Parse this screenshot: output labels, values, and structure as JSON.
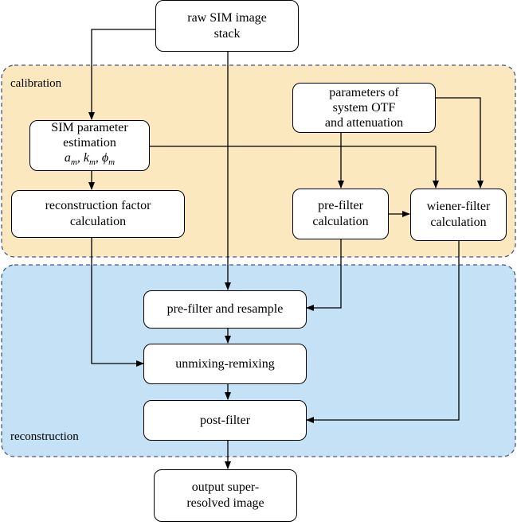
{
  "regions": {
    "calibration": {
      "label": "calibration",
      "fill": "#fce8bf",
      "border": "#3d5a8a"
    },
    "reconstruction": {
      "label": "reconstruction",
      "fill": "#c5e1f5",
      "border": "#3d5a8a"
    }
  },
  "nodes": {
    "raw_stack": {
      "line1": "raw SIM image",
      "line2": "stack"
    },
    "otf_params": {
      "line1": "parameters of",
      "line2": "system OTF",
      "line3": "and attenuation"
    },
    "sim_param": {
      "line1": "SIM parameter",
      "line2": "estimation",
      "m1": "a",
      "m2": "k",
      "m3": "ϕ",
      "sub": "m"
    },
    "recon_factor": {
      "line1": "reconstruction factor",
      "line2": "calculation"
    },
    "prefilter_calc": {
      "line1": "pre-filter",
      "line2": "calculation"
    },
    "wiener_calc": {
      "line1": "wiener-filter",
      "line2": "calculation"
    },
    "prefilter_resample": {
      "line1": "pre-filter and resample"
    },
    "unmixing": {
      "line1": "unmixing-remixing"
    },
    "postfilter": {
      "line1": "post-filter"
    },
    "output": {
      "line1": "output super-",
      "line2": "resolved image"
    }
  },
  "edges": [
    {
      "from": "raw_stack",
      "to": "sim_param"
    },
    {
      "from": "raw_stack",
      "to": "prefilter_resample"
    },
    {
      "from": "sim_param",
      "to": "recon_factor"
    },
    {
      "from": "sim_param",
      "to": "wiener_calc"
    },
    {
      "from": "otf_params",
      "to": "prefilter_calc"
    },
    {
      "from": "otf_params",
      "to": "wiener_calc"
    },
    {
      "from": "prefilter_calc",
      "to": "wiener_calc"
    },
    {
      "from": "prefilter_calc",
      "to": "prefilter_resample"
    },
    {
      "from": "recon_factor",
      "to": "unmixing"
    },
    {
      "from": "prefilter_resample",
      "to": "unmixing"
    },
    {
      "from": "unmixing",
      "to": "postfilter"
    },
    {
      "from": "wiener_calc",
      "to": "postfilter"
    },
    {
      "from": "postfilter",
      "to": "output"
    }
  ]
}
